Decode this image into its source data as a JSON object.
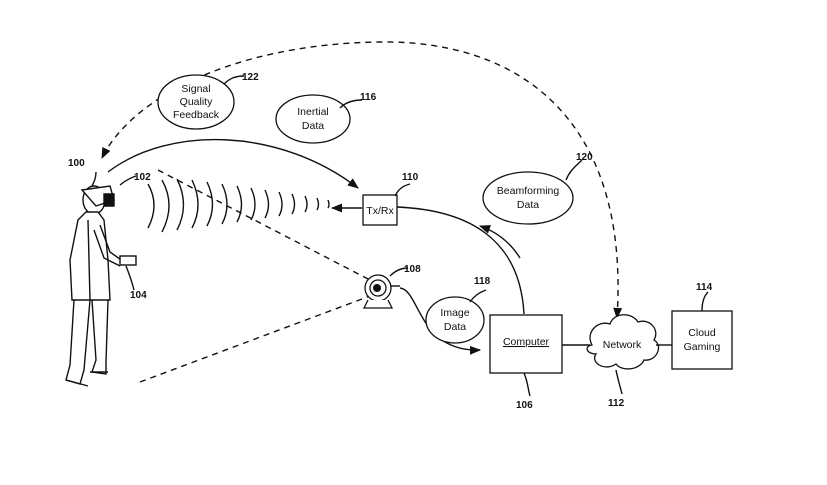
{
  "labels": {
    "signal_quality": [
      "Signal",
      "Quality",
      "Feedback"
    ],
    "inertial": [
      "Inertial",
      "Data"
    ],
    "beamforming": [
      "Beamforming",
      "Data"
    ],
    "image": [
      "Image",
      "Data"
    ],
    "txrx": "Tx/Rx",
    "computer": "Computer",
    "network": "Network",
    "cloud": [
      "Cloud",
      "Gaming"
    ]
  },
  "refs": {
    "user": "100",
    "hmd": "102",
    "controller": "104",
    "computer": "106",
    "camera": "108",
    "txrx": "110",
    "network": "112",
    "cloud": "114",
    "inertial": "116",
    "image": "118",
    "beamforming": "120",
    "signal_quality": "122"
  }
}
